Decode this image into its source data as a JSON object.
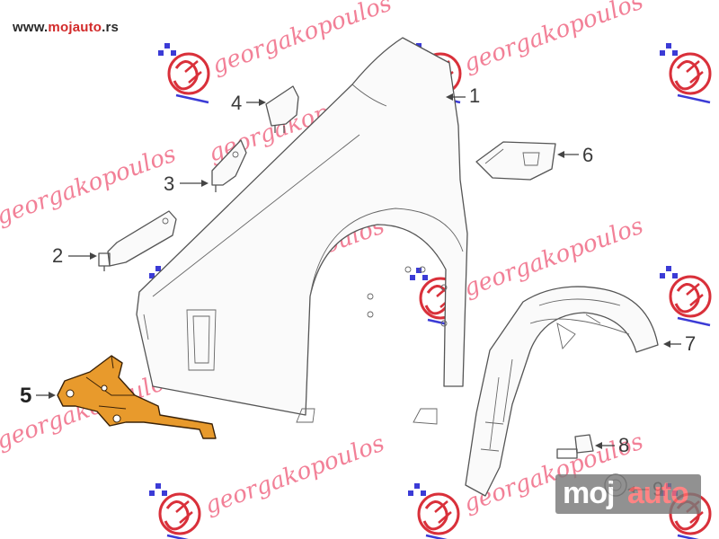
{
  "site": {
    "url_prefix": "www.",
    "url_brand": "mojauto",
    "url_suffix": ".rs"
  },
  "watermark": {
    "text": "georgakopoulos",
    "text_color": "#f06b86",
    "logo_color": "#d9303a",
    "dot_color": "#3b3bd6"
  },
  "badge": {
    "part1": "moj",
    "part2": "auto",
    "color1": "#ffffff",
    "color2": "#ff6a6a"
  },
  "callouts": [
    "1",
    "2",
    "3",
    "4",
    "5",
    "6",
    "7",
    "8",
    "9"
  ],
  "highlight_color": "#e89a2c",
  "icons": [
    "logo-icon"
  ]
}
